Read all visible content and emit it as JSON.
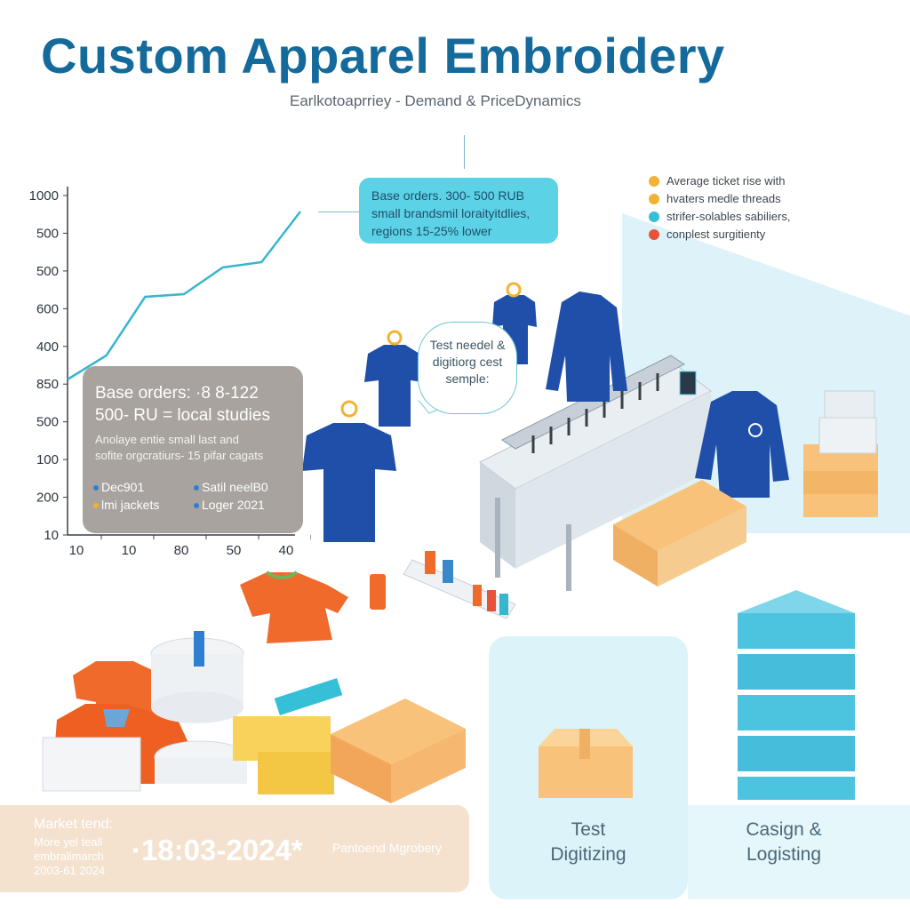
{
  "header": {
    "title": "Custom Apparel Embroidery",
    "subtitle": "Earlkotoaprriey - Demand & PriceDynamics"
  },
  "chart_data": {
    "type": "line",
    "y_tick_labels": [
      "1000",
      "500",
      "500",
      "600",
      "400",
      "850",
      "500",
      "100",
      "200",
      "10"
    ],
    "x_tick_labels": [
      "10",
      "10",
      "80",
      "50",
      "40"
    ],
    "series": [
      {
        "values": [
          0.25,
          0.34,
          0.56,
          0.57,
          0.67,
          0.69,
          0.88
        ]
      }
    ],
    "grid": false
  },
  "callout": {
    "line1": "Base orders. 300- 500 RUB",
    "line2": "small brandsmil loraityitdlies,",
    "line3": "regions 15-25% lower"
  },
  "info_card": {
    "line1": "Base orders: ·8 8-122",
    "line2": "500- RU = local studies",
    "line3": "Anolaye entie small last and",
    "line4": "sofite orgcratiurs- 15 pifar cagats",
    "legend": [
      "Dec901",
      "Satil neelB0",
      "lmi jackets",
      "Loger 2021"
    ],
    "legend_colors": [
      "#2f7fd1",
      "#2f7fd1",
      "#f0b030",
      "#2f7fd1"
    ]
  },
  "bubble": {
    "text": "Test needel & digitiorg cest semple:"
  },
  "bullets": {
    "items": [
      {
        "text": "Average ticket rise with",
        "color": "#f2b233"
      },
      {
        "text": "hvaters medle threads",
        "color": "#f2b233"
      },
      {
        "text": "strifer-solables sabiliers,",
        "color": "#36c0d8"
      },
      {
        "text": "conplest surgitienty",
        "color": "#e5533a"
      }
    ]
  },
  "panels": {
    "test_line1": "Test",
    "test_line2": "Digitizing",
    "casign_line1": "Casign &",
    "casign_line2": "Logisting"
  },
  "market": {
    "label": "Market tend:",
    "line2": "More yel teall",
    "line3": "embralimarch",
    "line4": "2003-61 2024",
    "date": "·18:03-2024*",
    "right": "Pantoend Mgrobery"
  },
  "colors": {
    "title": "#146a9a",
    "accent": "#5cd2e6",
    "line": "#36b6cf",
    "shirt_blue": "#1f4fa8",
    "shirt_orange": "#f06a2b",
    "box": "#f8c27a"
  }
}
